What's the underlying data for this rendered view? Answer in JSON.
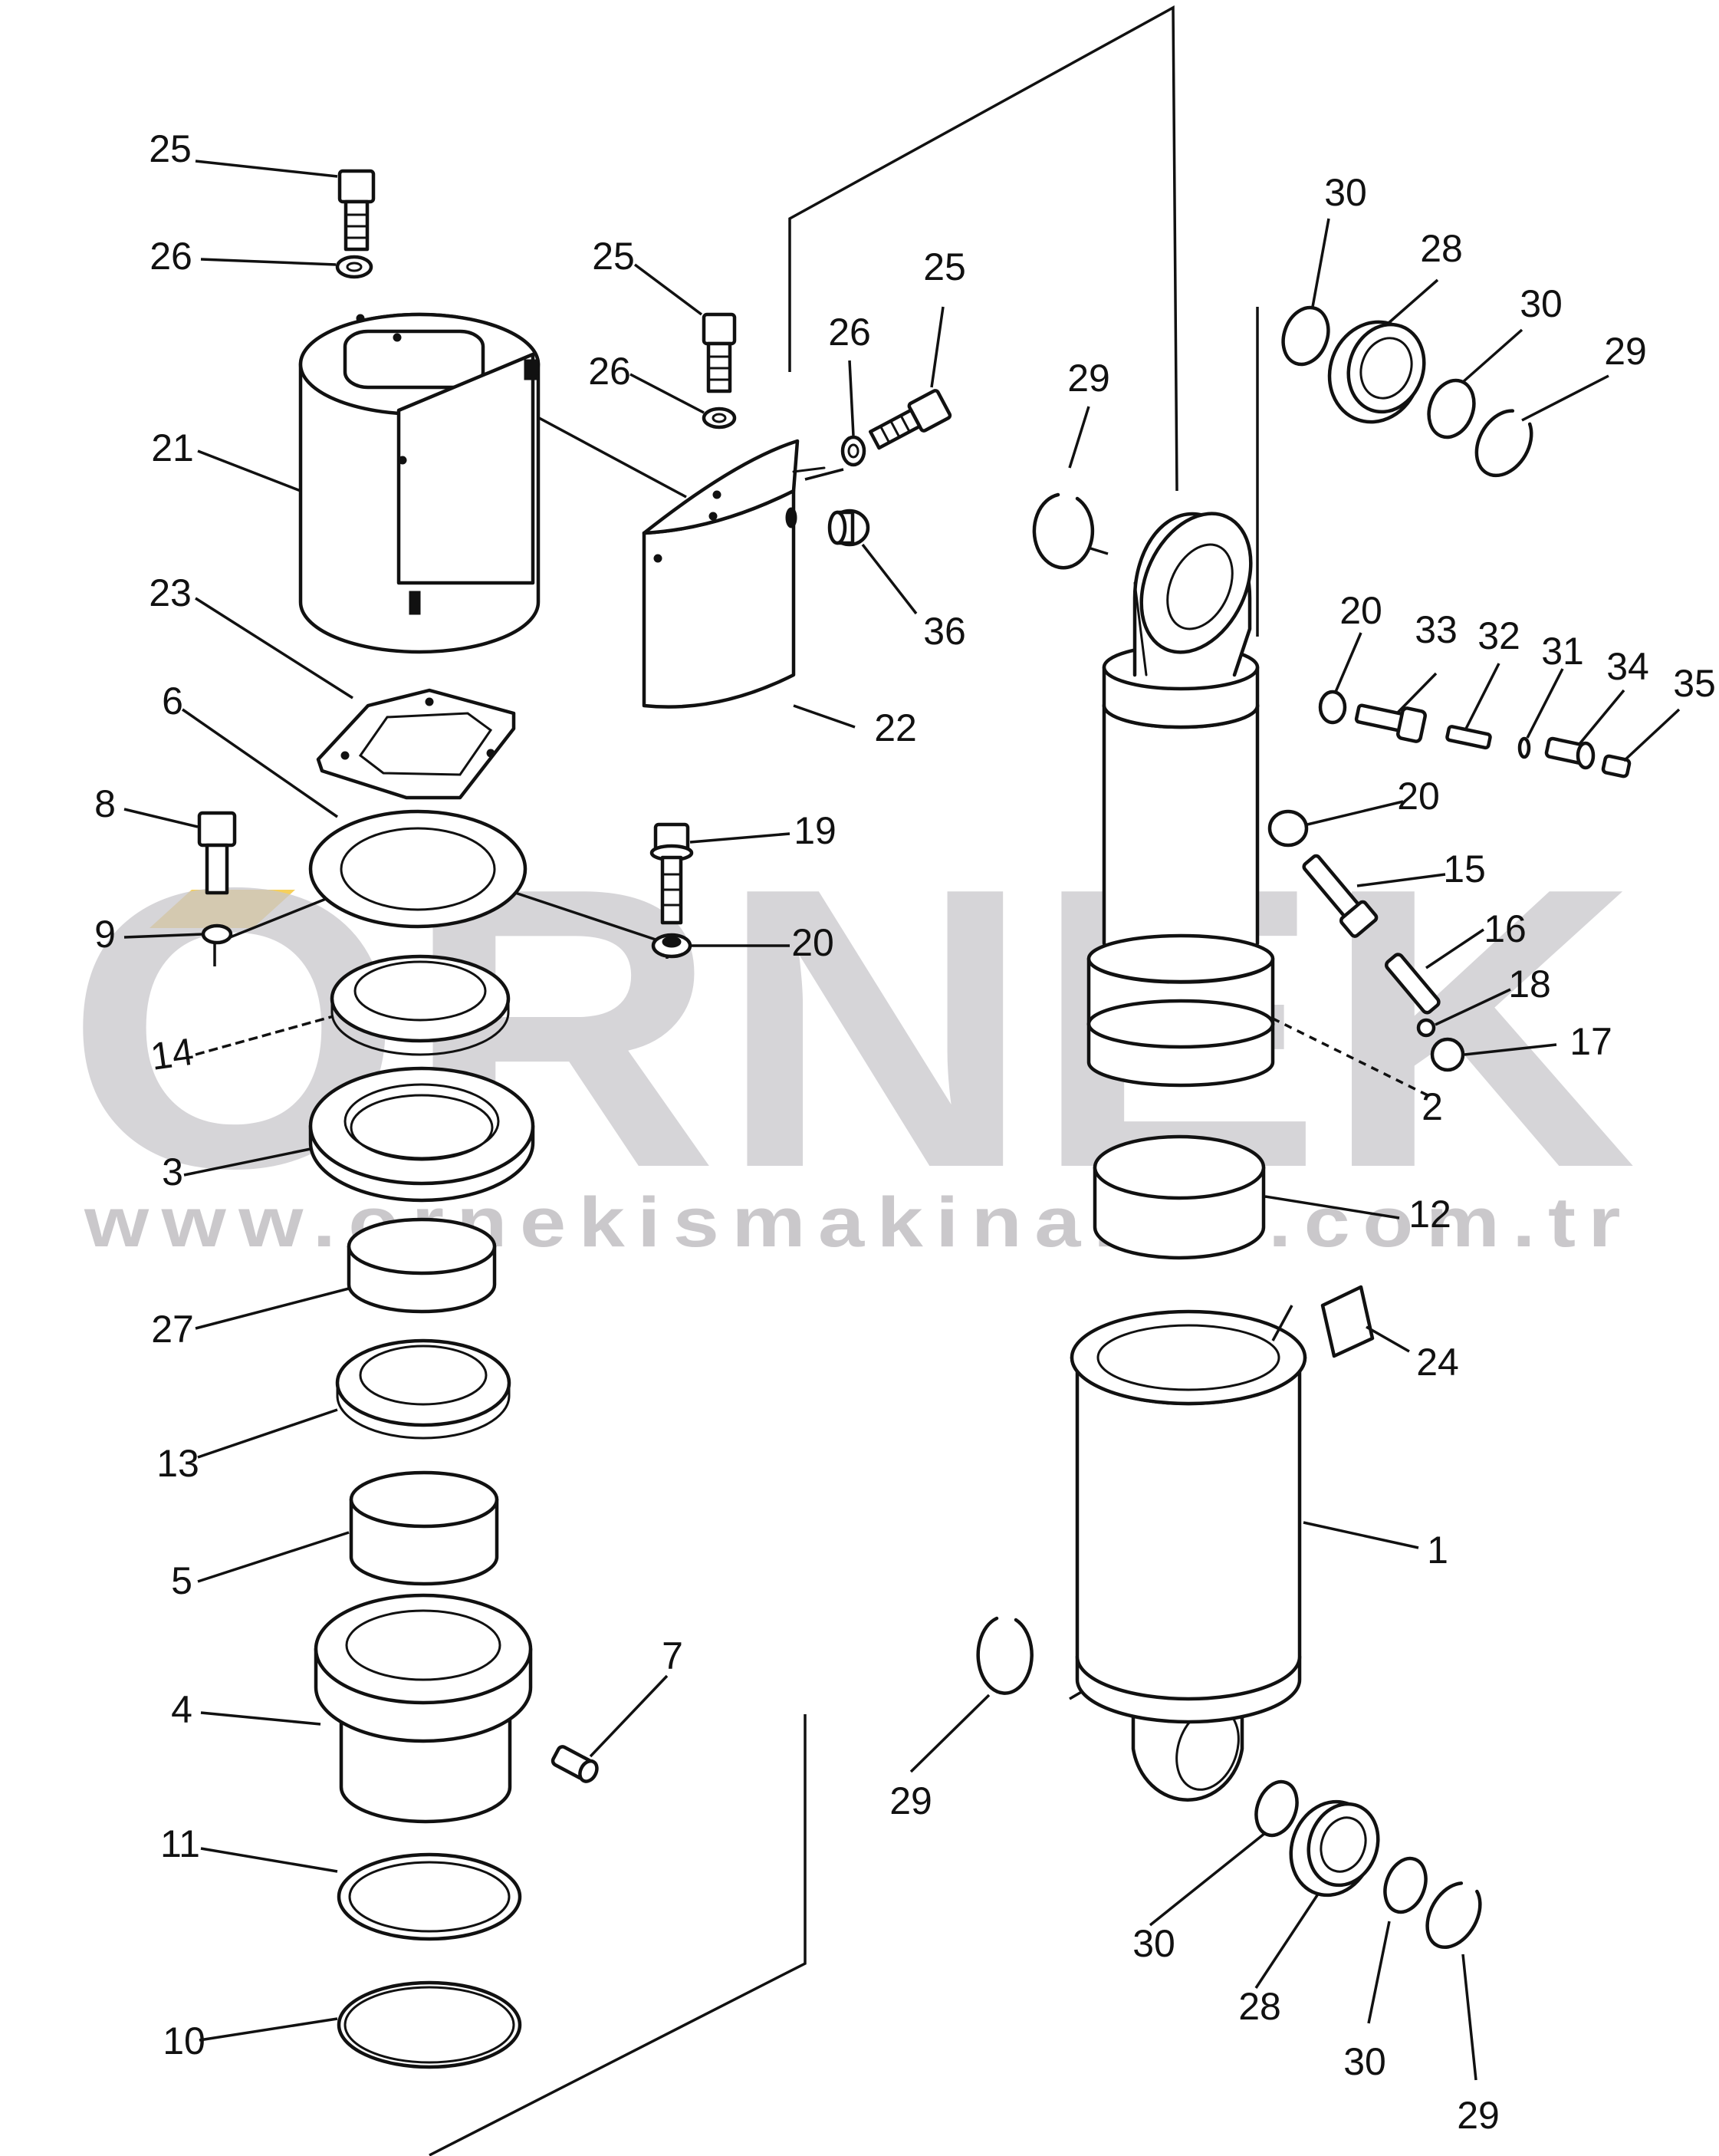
{
  "watermark": {
    "brand": "ORNEK",
    "url": "www.ornekismakinalari.com.tr",
    "accent_color": "#f5c840",
    "text_color": "#c9c7cc"
  },
  "parts": [
    {
      "id": "25a",
      "label": "25",
      "name": "bolt"
    },
    {
      "id": "26a",
      "label": "26",
      "name": "washer"
    },
    {
      "id": "21",
      "label": "21",
      "name": "cover"
    },
    {
      "id": "25b",
      "label": "25",
      "name": "bolt"
    },
    {
      "id": "26b",
      "label": "26",
      "name": "washer"
    },
    {
      "id": "26c",
      "label": "26",
      "name": "washer"
    },
    {
      "id": "25c",
      "label": "25",
      "name": "bolt"
    },
    {
      "id": "22",
      "label": "22",
      "name": "cover"
    },
    {
      "id": "36",
      "label": "36",
      "name": "plug"
    },
    {
      "id": "23",
      "label": "23",
      "name": "gasket"
    },
    {
      "id": "6",
      "label": "6",
      "name": "shim"
    },
    {
      "id": "8",
      "label": "8",
      "name": "bolt"
    },
    {
      "id": "9",
      "label": "9",
      "name": "washer"
    },
    {
      "id": "19",
      "label": "19",
      "name": "bolt"
    },
    {
      "id": "20a",
      "label": "20",
      "name": "washer"
    },
    {
      "id": "14",
      "label": "14",
      "name": "seal"
    },
    {
      "id": "3",
      "label": "3",
      "name": "retainer"
    },
    {
      "id": "27",
      "label": "27",
      "name": "bushing"
    },
    {
      "id": "13",
      "label": "13",
      "name": "seal"
    },
    {
      "id": "5",
      "label": "5",
      "name": "bushing"
    },
    {
      "id": "4",
      "label": "4",
      "name": "guide"
    },
    {
      "id": "7",
      "label": "7",
      "name": "plug"
    },
    {
      "id": "11",
      "label": "11",
      "name": "o-ring"
    },
    {
      "id": "10",
      "label": "10",
      "name": "ring"
    },
    {
      "id": "30a",
      "label": "30",
      "name": "seal"
    },
    {
      "id": "28a",
      "label": "28",
      "name": "bearing"
    },
    {
      "id": "30b",
      "label": "30",
      "name": "seal"
    },
    {
      "id": "29a",
      "label": "29",
      "name": "snap ring"
    },
    {
      "id": "29b",
      "label": "29",
      "name": "snap ring"
    },
    {
      "id": "20b",
      "label": "20",
      "name": "washer"
    },
    {
      "id": "33",
      "label": "33",
      "name": "fitting"
    },
    {
      "id": "32",
      "label": "32",
      "name": "valve"
    },
    {
      "id": "31",
      "label": "31",
      "name": "o-ring"
    },
    {
      "id": "34",
      "label": "34",
      "name": "plug"
    },
    {
      "id": "35",
      "label": "35",
      "name": "cap"
    },
    {
      "id": "20c",
      "label": "20",
      "name": "washer"
    },
    {
      "id": "15",
      "label": "15",
      "name": "fitting"
    },
    {
      "id": "16",
      "label": "16",
      "name": "valve"
    },
    {
      "id": "18",
      "label": "18",
      "name": "ball"
    },
    {
      "id": "17",
      "label": "17",
      "name": "ring"
    },
    {
      "id": "2",
      "label": "2",
      "name": "piston rod"
    },
    {
      "id": "12",
      "label": "12",
      "name": "bushing"
    },
    {
      "id": "24",
      "label": "24",
      "name": "plate"
    },
    {
      "id": "1",
      "label": "1",
      "name": "cylinder"
    },
    {
      "id": "29c",
      "label": "29",
      "name": "snap ring"
    },
    {
      "id": "30c",
      "label": "30",
      "name": "seal"
    },
    {
      "id": "28b",
      "label": "28",
      "name": "bearing"
    },
    {
      "id": "30d",
      "label": "30",
      "name": "seal"
    },
    {
      "id": "29d",
      "label": "29",
      "name": "snap ring"
    }
  ]
}
